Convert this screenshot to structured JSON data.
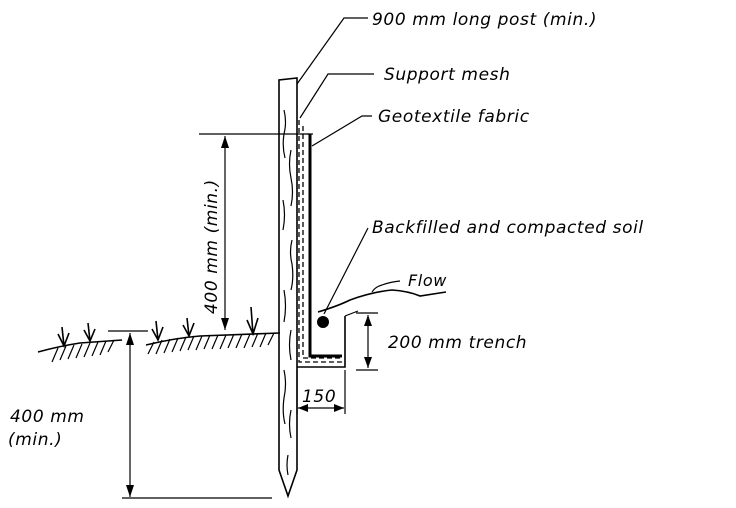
{
  "labels": {
    "post": "900 mm long post (min.)",
    "support_mesh": "Support mesh",
    "geotextile": "Geotextile fabric",
    "backfill": "Backfilled and compacted soil",
    "flow": "Flow",
    "trench": "200 mm trench",
    "width": "150",
    "height_above": "400 mm (min.)",
    "depth_line1": "400 mm",
    "depth_line2": "(min.)"
  }
}
